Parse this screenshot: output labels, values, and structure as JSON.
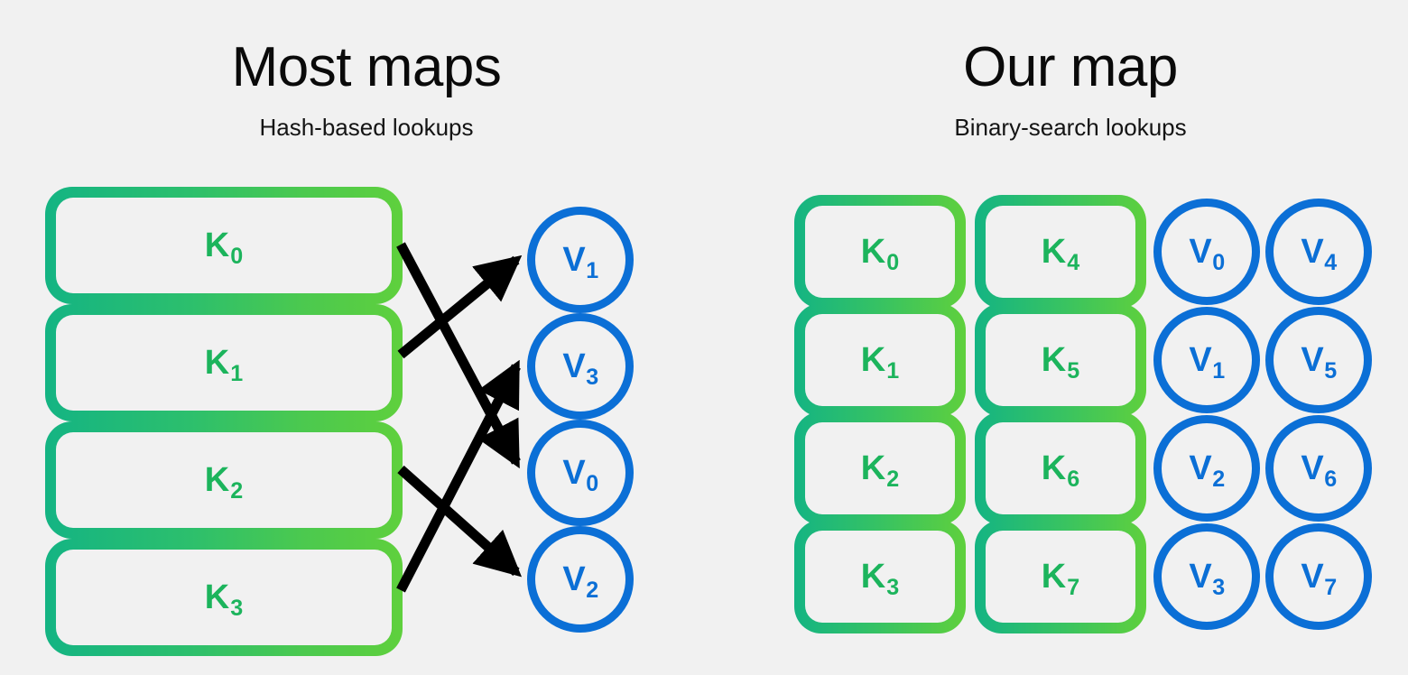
{
  "background_color": "#f1f1f1",
  "colors": {
    "key_gradient_start": "#14b483",
    "key_gradient_end": "#5fd03d",
    "key_text": "#1cb45c",
    "value_stroke": "#0b6fd6",
    "value_text": "#0b6fd6",
    "arrow": "#000000",
    "title_text": "#0a0a0a"
  },
  "panels": {
    "left": {
      "title": "Most maps",
      "subtitle": "Hash-based lookups",
      "keys": [
        {
          "base": "K",
          "sub": "0",
          "label": "K0"
        },
        {
          "base": "K",
          "sub": "1",
          "label": "K1"
        },
        {
          "base": "K",
          "sub": "2",
          "label": "K2"
        },
        {
          "base": "K",
          "sub": "3",
          "label": "K3"
        }
      ],
      "values": [
        {
          "base": "V",
          "sub": "1",
          "label": "V1"
        },
        {
          "base": "V",
          "sub": "3",
          "label": "V3"
        },
        {
          "base": "V",
          "sub": "0",
          "label": "V0"
        },
        {
          "base": "V",
          "sub": "2",
          "label": "V2"
        }
      ],
      "mappings": [
        {
          "from": "K0",
          "to": "V0"
        },
        {
          "from": "K1",
          "to": "V1"
        },
        {
          "from": "K2",
          "to": "V2"
        },
        {
          "from": "K3",
          "to": "V3"
        }
      ]
    },
    "right": {
      "title": "Our map",
      "subtitle": "Binary-search lookups",
      "key_columns": [
        [
          {
            "base": "K",
            "sub": "0",
            "label": "K0"
          },
          {
            "base": "K",
            "sub": "1",
            "label": "K1"
          },
          {
            "base": "K",
            "sub": "2",
            "label": "K2"
          },
          {
            "base": "K",
            "sub": "3",
            "label": "K3"
          }
        ],
        [
          {
            "base": "K",
            "sub": "4",
            "label": "K4"
          },
          {
            "base": "K",
            "sub": "5",
            "label": "K5"
          },
          {
            "base": "K",
            "sub": "6",
            "label": "K6"
          },
          {
            "base": "K",
            "sub": "7",
            "label": "K7"
          }
        ]
      ],
      "value_columns": [
        [
          {
            "base": "V",
            "sub": "0",
            "label": "V0"
          },
          {
            "base": "V",
            "sub": "1",
            "label": "V1"
          },
          {
            "base": "V",
            "sub": "2",
            "label": "V2"
          },
          {
            "base": "V",
            "sub": "3",
            "label": "V3"
          }
        ],
        [
          {
            "base": "V",
            "sub": "4",
            "label": "V4"
          },
          {
            "base": "V",
            "sub": "5",
            "label": "V5"
          },
          {
            "base": "V",
            "sub": "6",
            "label": "V6"
          },
          {
            "base": "V",
            "sub": "7",
            "label": "V7"
          }
        ]
      ]
    }
  }
}
